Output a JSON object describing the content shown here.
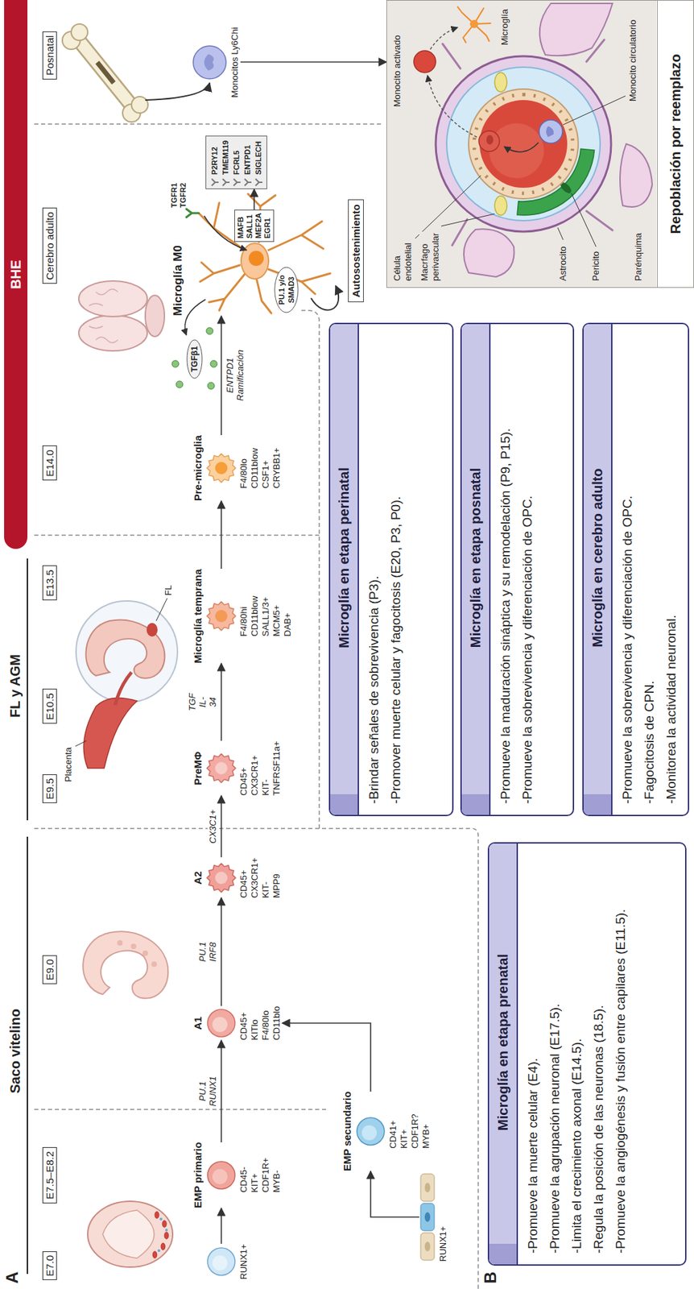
{
  "diagram": {
    "nodes": [
      {
        "text": [
          "E7.0"
        ]
      },
      {
        "text": [
          "E7.5–E8.2"
        ]
      },
      {
        "text": [
          "E9.0"
        ]
      },
      {
        "text": [
          "E9.5"
        ]
      },
      {
        "text": [
          "E10.5"
        ]
      },
      {
        "text": [
          "E13.5"
        ]
      },
      {
        "text": [
          "E14.0"
        ]
      },
      {
        "text": [
          "BHE"
        ]
      },
      {
        "text": [
          "Cerebro adulto"
        ]
      },
      {
        "text": [
          "Posnatal"
        ]
      },
      {
        "text": [
          "RUNX1+"
        ]
      },
      {
        "text": [
          "EMP primario",
          "CD45- KIT+ CDF1R+ MYB-"
        ]
      },
      {
        "text": [
          "EMP secundario",
          "CD41+ KIT+ CDF1R? MYB+"
        ]
      },
      {
        "text": [
          "RUNX1+"
        ]
      },
      {
        "text": [
          "A1",
          "CD45+ KITlo F4/80lo CD11blo"
        ]
      },
      {
        "text": [
          "A2",
          "CD45+ CX3CR1+ KIT- MPP9"
        ]
      },
      {
        "text": [
          "PreMΦ",
          "CD45+ CX3CR1+ KIT- TNFRSF11a+"
        ]
      },
      {
        "text": [
          "Microglía temprana",
          "F4/80hi CD11blow SALL1/3+ MCM5+ DAB+"
        ]
      },
      {
        "text": [
          "Pre-microglia",
          "F4/80lo CD11blow CSF1+ CRYBB1+"
        ]
      },
      {
        "text": [
          "TGFβ1"
        ]
      },
      {
        "text": [
          "Microglía M0"
        ]
      },
      {
        "text": [
          "MAFB SALL1 MEF2A EGR1"
        ],
        "in": 20
      },
      {
        "text": [
          "PU.1 y/o SMAD3"
        ],
        "in": 20
      },
      {
        "text": [
          "P2RY12 TMEM119 FCRL5 ENTPD1 SIGLECH"
        ]
      },
      {
        "text": [
          "Autosostenimiento"
        ]
      },
      {
        "text": [
          "Monocitos Ly6Chi"
        ]
      },
      {
        "text": [
          "Repoblación por reemplazo"
        ]
      },
      {
        "text": [
          "Microglía en etapa prenatal",
          "-Promueve la muerte celular (E4).",
          "-Promueve la agrupación neuronal (E17.5).",
          "-Limita el crecimiento axonal (E14.5).",
          "-Regula la posición de las neuronas (18.5).",
          "-Promueve la angiogénesis y fusión entre capilares (E11.5)."
        ]
      },
      {
        "text": [
          "Microglía en etapa perinatal",
          "-Brindar señales de sobrevivencia (P3).",
          "-Promover muerte celular y fagocitosis (E20, P3, P0)."
        ]
      },
      {
        "text": [
          "Microglía en etapa posnatal",
          "-Promueve la maduración sináptica y su remodelación (P9, P15).",
          "-Promueve la sobrevivencia y diferenciación de OPC."
        ]
      },
      {
        "text": [
          "Microglía en cerebro adulto",
          "-Promueve la sobrevivencia y diferenciación de OPC.",
          "-Fagocitosis de CPN.",
          "-Monitorea la actividad neuronal."
        ]
      }
    ],
    "edges": [
      {
        "from": 10,
        "to": 11,
        "arrow": "to"
      },
      {
        "from": 11,
        "to": 14,
        "label": "PU.1 RUNX1",
        "arrow": "to"
      },
      {
        "from": 13,
        "to": 12,
        "arrow": "to"
      },
      {
        "from": 12,
        "to": 14,
        "arrow": "to"
      },
      {
        "from": 14,
        "to": 15,
        "label": "PU.1 IRF8",
        "arrow": "to"
      },
      {
        "from": 15,
        "to": 16,
        "label": "CX3C1+",
        "arrow": "to"
      },
      {
        "from": 16,
        "to": 17,
        "label": "TGF IL-34",
        "arrow": "to"
      },
      {
        "from": 17,
        "to": 18,
        "arrow": "to"
      },
      {
        "from": 18,
        "to": 20,
        "label": "ENTPD1 Ramificación",
        "arrow": "to"
      },
      {
        "from": 21,
        "to": 23,
        "arrow": "to"
      },
      {
        "from": 25,
        "to": 26,
        "arrow": "to"
      }
    ],
    "labels": [
      "A",
      "Saco vitelino",
      "FL y AGM",
      "Placenta",
      "FL",
      "TGFR1 TGFR2",
      "Célula endotelial",
      "Macrfago perivascular",
      "Monocito activado",
      "Microglía",
      "Astrocito",
      "Pericito",
      "Parénquima",
      "Monocito circulatorio",
      "B"
    ]
  }
}
